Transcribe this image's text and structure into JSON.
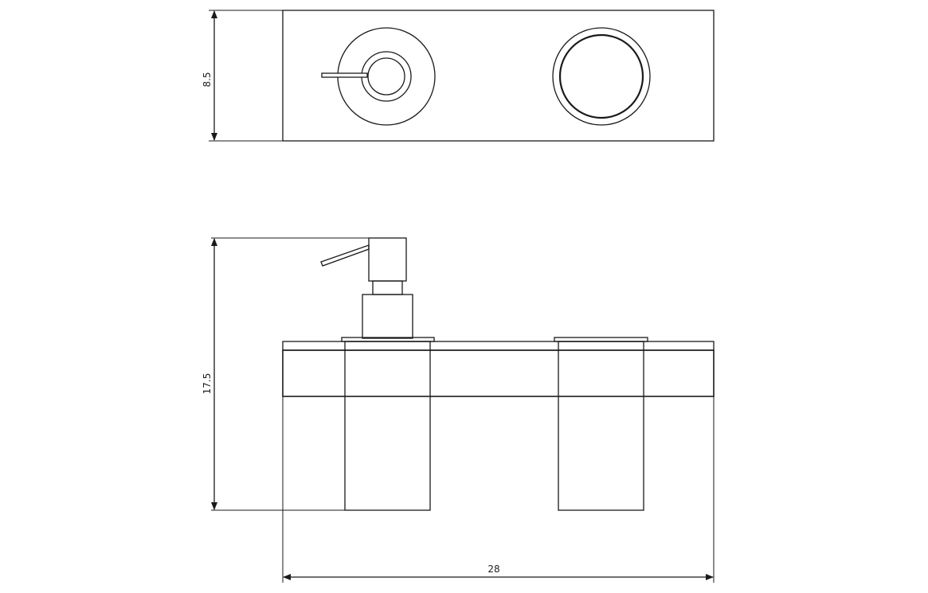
{
  "dimensions": {
    "top_view_depth": "8.5",
    "front_view_height": "17.5",
    "overall_width": "28"
  },
  "colors": {
    "line": "#1a1a1a",
    "background": "#ffffff"
  }
}
